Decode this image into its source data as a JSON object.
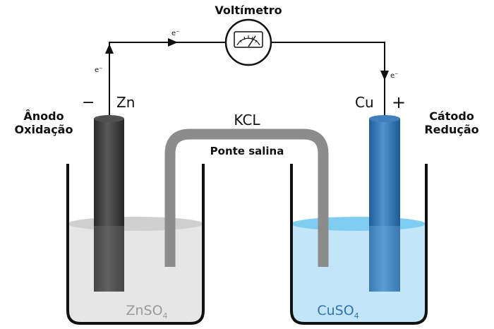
{
  "labels": {
    "voltimetro": "Voltímetro",
    "electron": "e⁻",
    "zn": "Zn",
    "cu": "Cu",
    "minus": "−",
    "plus": "+",
    "anodo_line1": "Ânodo",
    "anodo_line2": "Oxidação",
    "catodo_line1": "Cátodo",
    "catodo_line2": "Redução",
    "kcl": "KCL",
    "ponte_salina": "Ponte salina",
    "znso4_main": "ZnSO",
    "znso4_sub": "4",
    "cuso4_main": "CuSO",
    "cuso4_sub": "4"
  },
  "colors": {
    "wire": "#111111",
    "zn_electrode": "#3a3a3a",
    "cu_electrode": "#2f6fa8",
    "zn_solution": "#e4e4e4",
    "cu_solution": "#bfe3f7",
    "salt_bridge": "#8a8a8a",
    "zn_text": "#9a9a9a",
    "cu_text": "#2f73b8"
  }
}
